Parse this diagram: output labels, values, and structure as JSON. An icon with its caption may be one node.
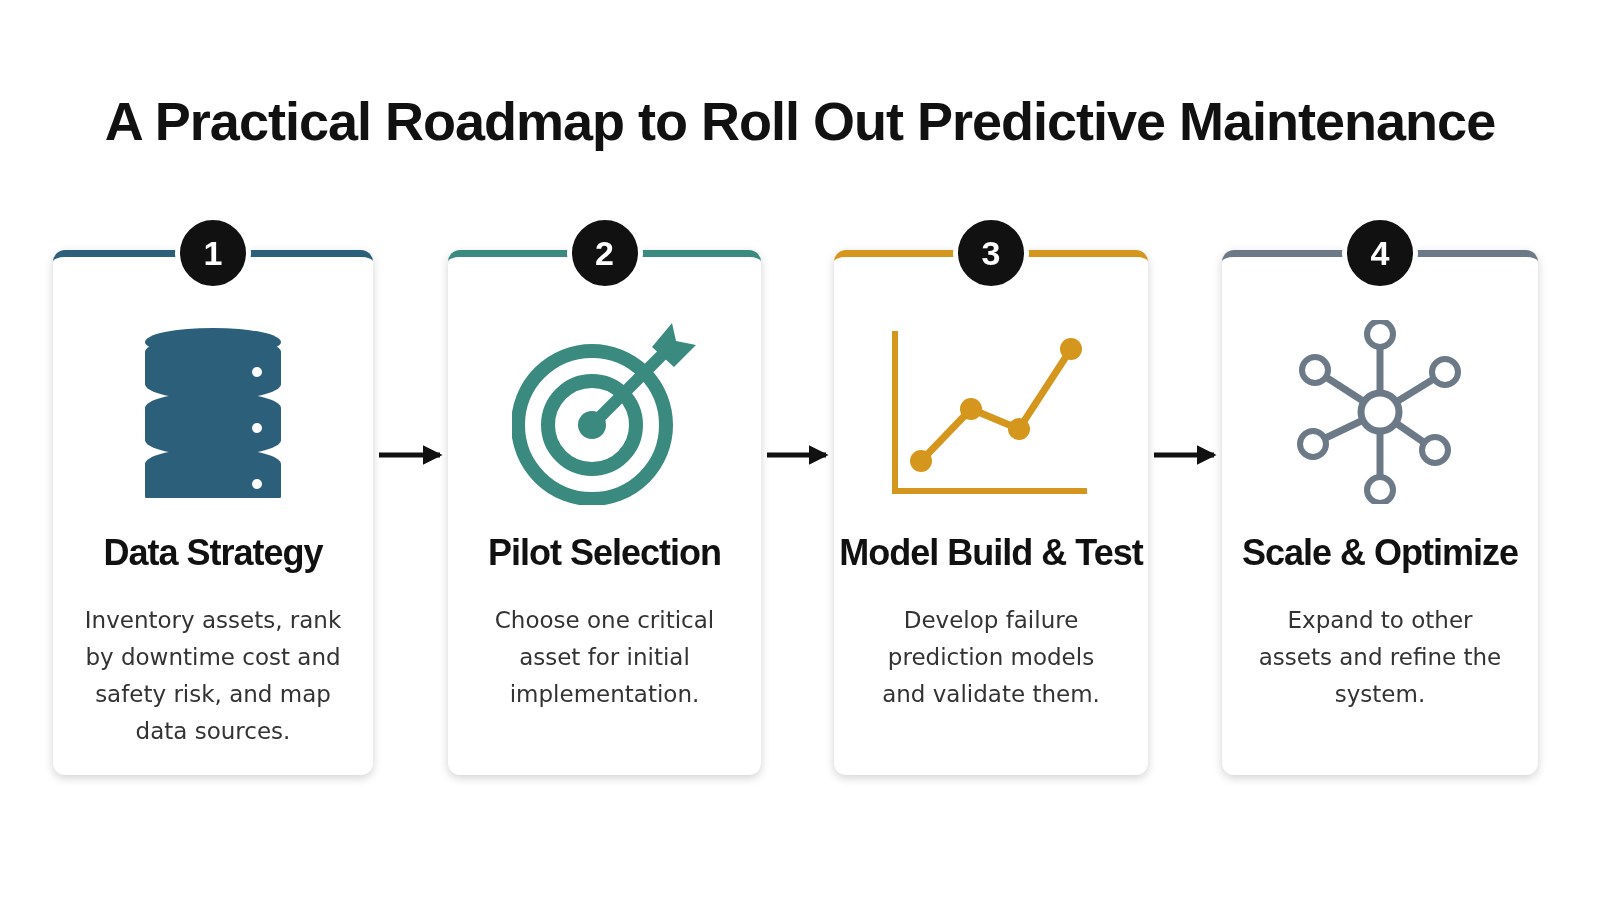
{
  "diagram": {
    "title": "A Practical Roadmap to Roll Out Predictive Maintenance",
    "nodes": [
      {
        "text": [
          "1",
          "Data Strategy",
          "Inventory assets, rank by downtime cost and safety risk, and map data sources."
        ]
      },
      {
        "text": [
          "2",
          "Pilot Selection",
          "Choose one critical asset for initial implementation."
        ]
      },
      {
        "text": [
          "3",
          "Model Build & Test",
          "Develop failure prediction models and validate them."
        ]
      },
      {
        "text": [
          "4",
          "Scale & Optimize",
          "Expand to other assets and refine the system."
        ]
      }
    ],
    "edges": [
      {
        "from": 0,
        "to": 1,
        "arrow": "to"
      },
      {
        "from": 1,
        "to": 2,
        "arrow": "to"
      },
      {
        "from": 2,
        "to": 3,
        "arrow": "to"
      }
    ]
  }
}
